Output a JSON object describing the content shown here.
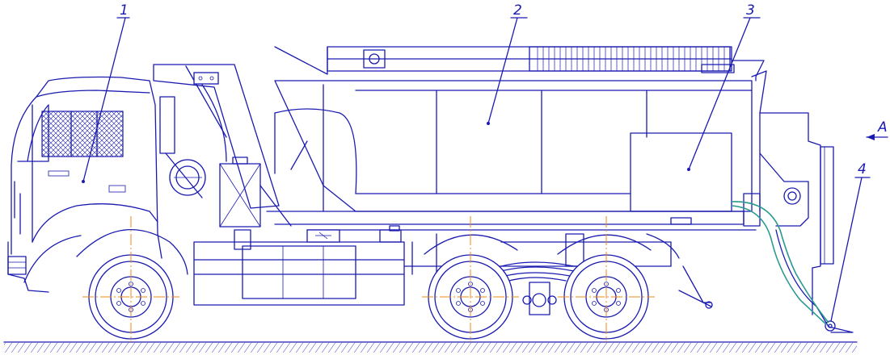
{
  "callouts": {
    "c1": "1",
    "c2": "2",
    "c3": "3",
    "c4": "4"
  },
  "view_marker": "A",
  "colors": {
    "line": "#1a1ab0",
    "centerline": "#f08a1c",
    "hose": "#2a9a8e"
  }
}
